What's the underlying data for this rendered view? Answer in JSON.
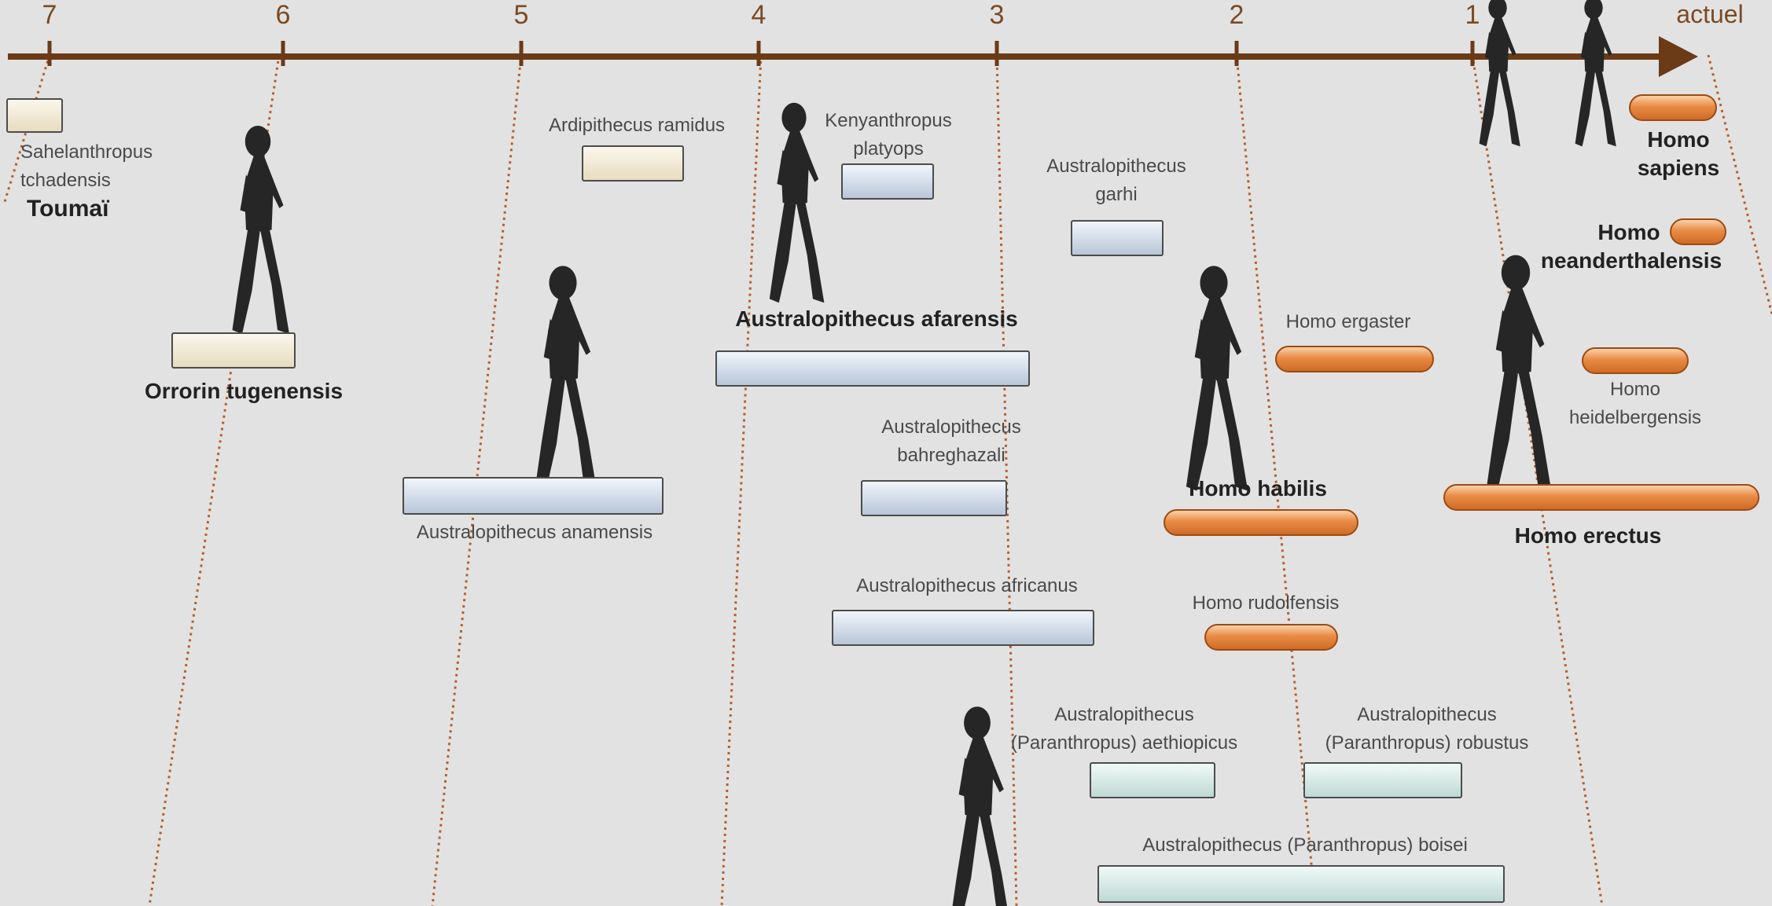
{
  "timeline": {
    "ticks": [
      "7",
      "6",
      "5",
      "4",
      "3",
      "2",
      "1"
    ],
    "end_label": "actuel"
  },
  "species": {
    "sahelanthropus": "Sahelanthropus\ntchadensis",
    "toumai": "Toumaï",
    "orrorin": "Orrorin tugenensis",
    "ardipithecus": "Ardipithecus ramidus",
    "kenyanthropus": "Kenyanthropus\nplatyops",
    "garhi": "Australopithecus\ngarhi",
    "afarensis": "Australopithecus afarensis",
    "anamensis": "Australopithecus anamensis",
    "bahreghazali": "Australopithecus\nbahreghazali",
    "africanus": "Australopithecus africanus",
    "aethiopicus": "Australopithecus\n(Paranthropus) aethiopicus",
    "robustus": "Australopithecus\n(Paranthropus) robustus",
    "boisei": "Australopithecus (Paranthropus) boisei",
    "sapiens": "Homo\nsapiens",
    "neanderthalensis_1": "Homo",
    "neanderthalensis_2": "neanderthalensis",
    "ergaster": "Homo ergaster",
    "heidelbergensis": "Homo\nheidelbergensis",
    "habilis": "Homo habilis",
    "erectus": "Homo erectus",
    "rudolfensis": "Homo rudolfensis"
  },
  "colors": {
    "axis": "#6b3a17",
    "guide": "#b5602c",
    "figure": "#262626"
  },
  "icons": [
    "hominid-figure-icon"
  ]
}
